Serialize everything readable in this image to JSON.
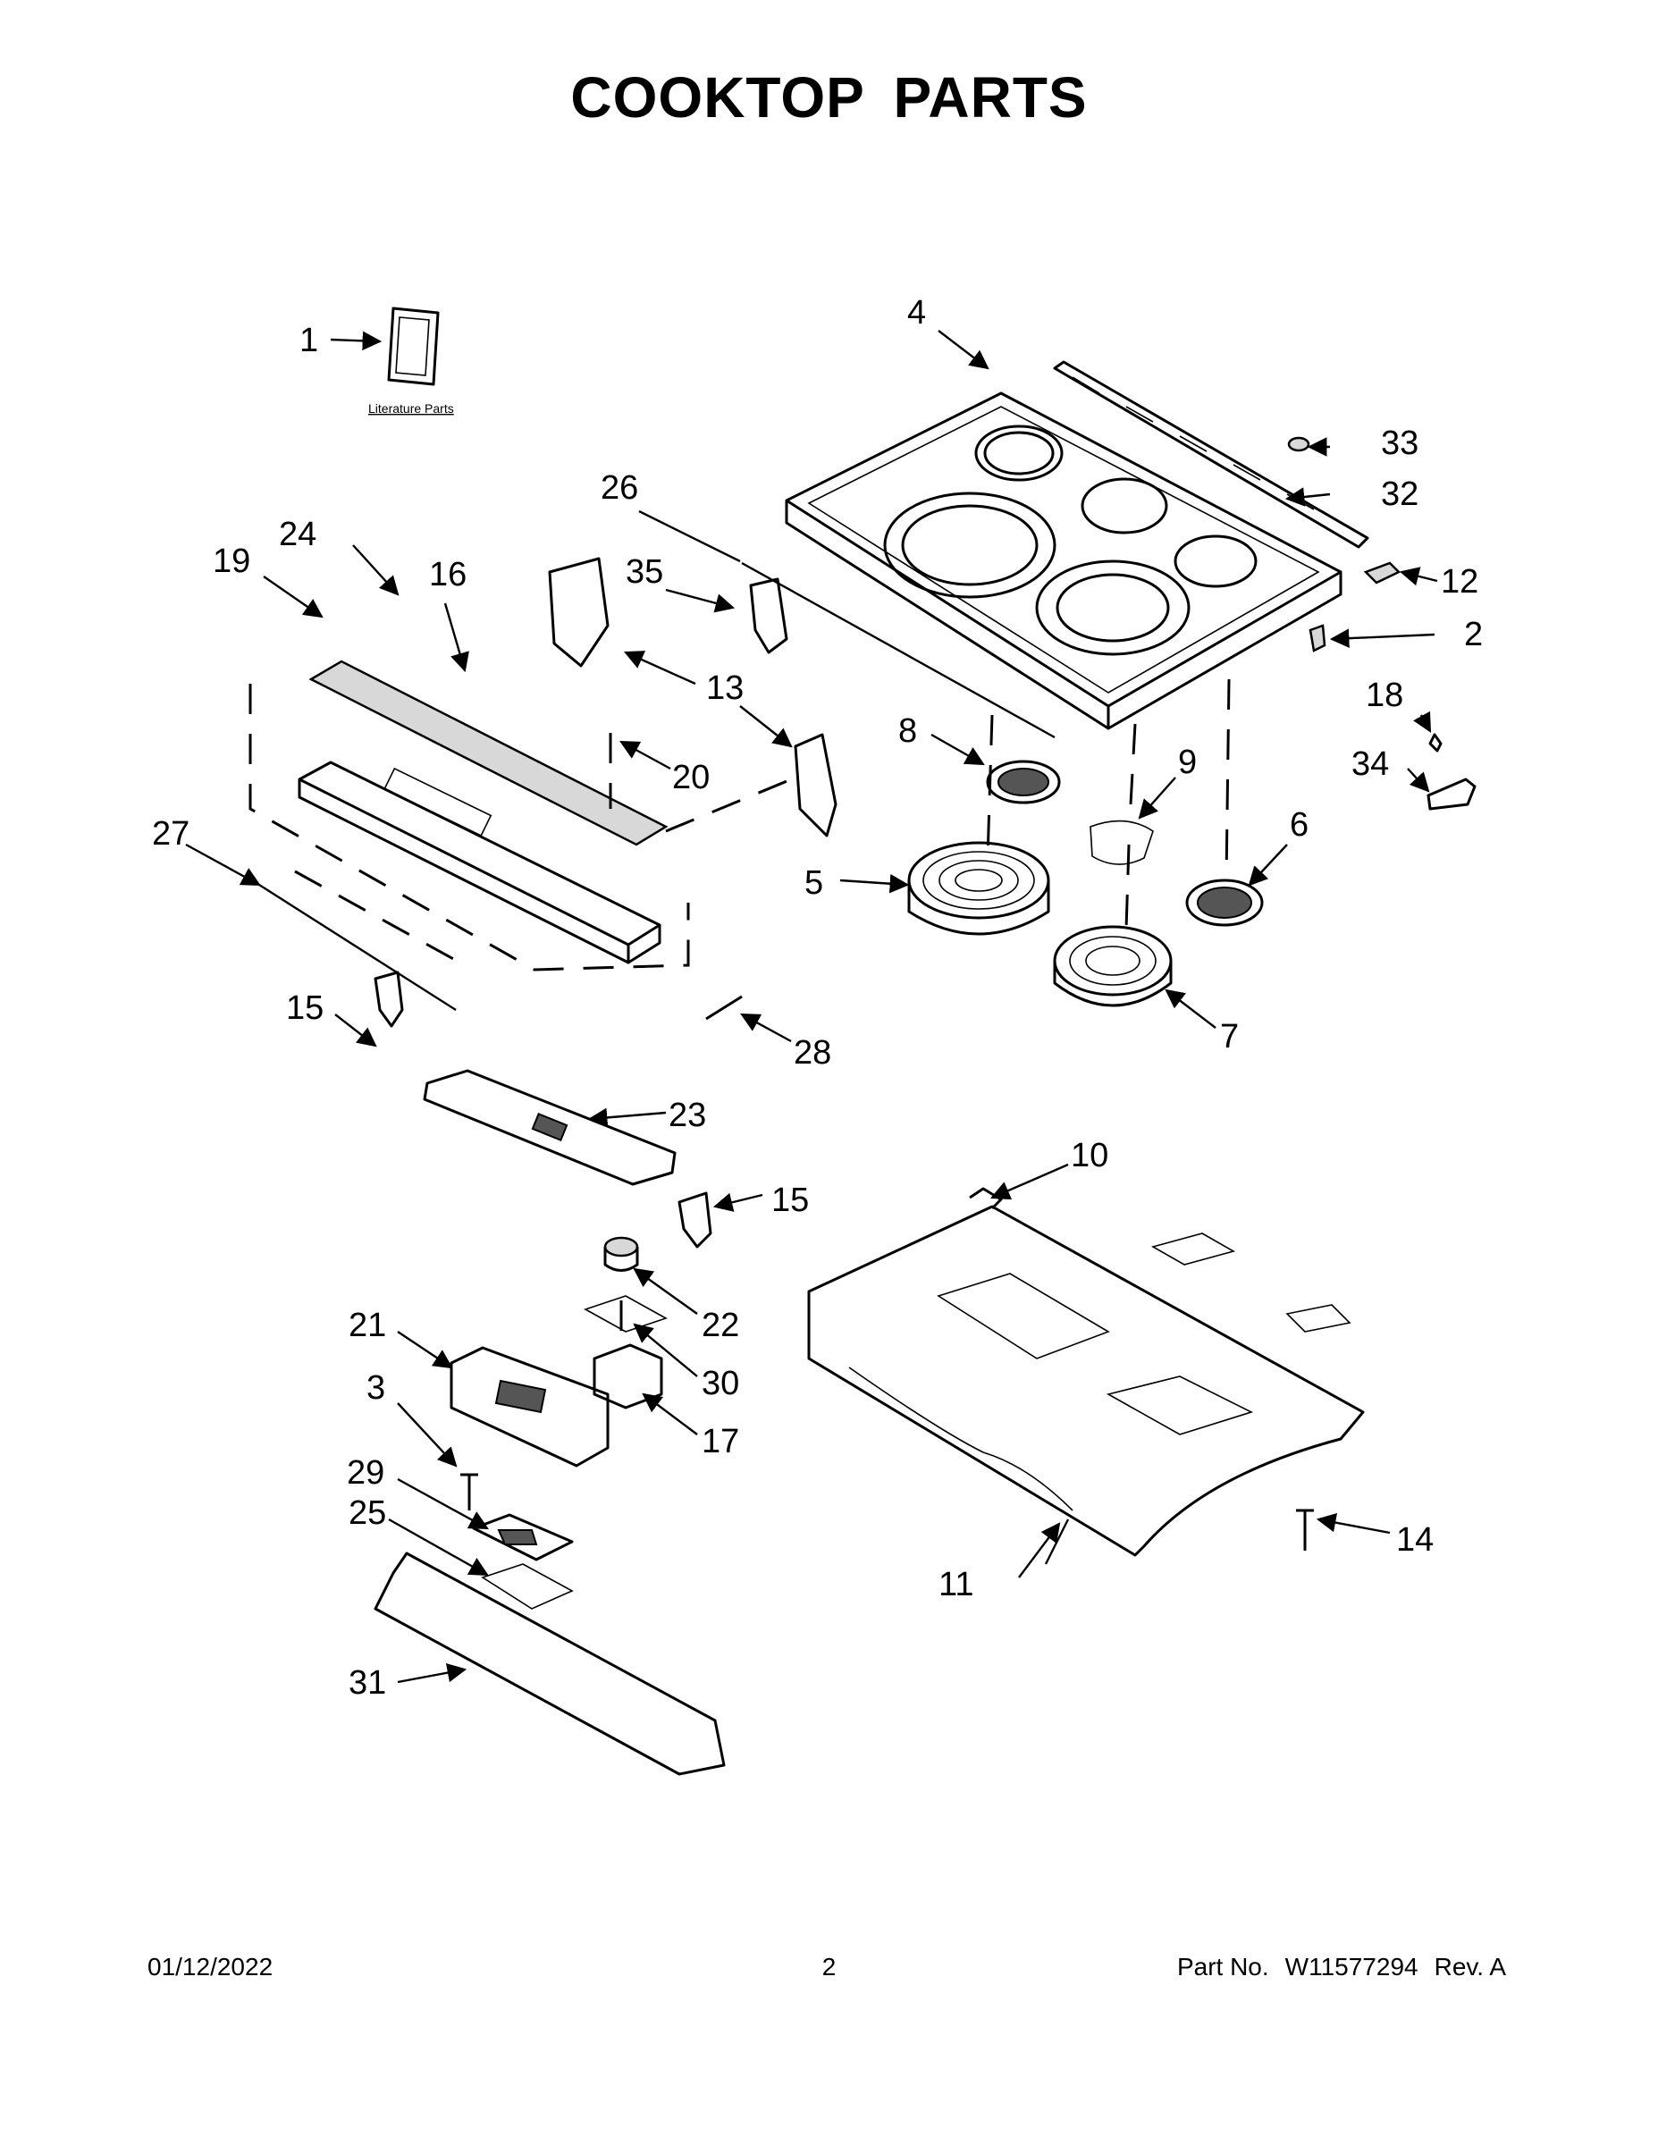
{
  "title": "COOKTOP PARTS",
  "literature_label": "Literature Parts",
  "callouts": [
    "1",
    "2",
    "3",
    "4",
    "5",
    "6",
    "7",
    "8",
    "9",
    "10",
    "11",
    "12",
    "13",
    "14",
    "15",
    "15",
    "16",
    "17",
    "18",
    "19",
    "20",
    "21",
    "22",
    "23",
    "24",
    "25",
    "26",
    "27",
    "28",
    "29",
    "30",
    "31",
    "32",
    "33",
    "34",
    "35"
  ],
  "footer": {
    "date": "01/12/2022",
    "page": "2",
    "part_label": "Part No.",
    "part_number": "W11577294",
    "rev": "Rev. A"
  }
}
